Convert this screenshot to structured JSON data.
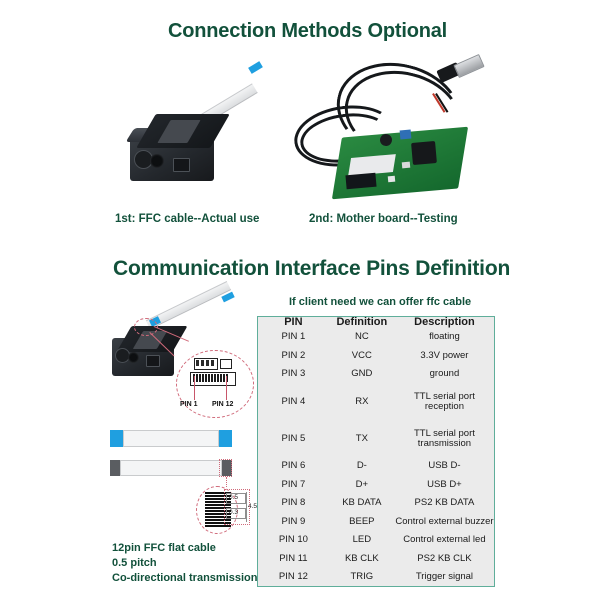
{
  "theme": {
    "heading_color": "#12513b",
    "table_border": "#5fae9a",
    "table_bg": "#ebebeb",
    "ffc_blue": "#1f9fe0",
    "callout_pink": "#d06a7a"
  },
  "section_connection": {
    "title": "Connection Methods Optional",
    "captions": [
      "1st: FFC cable--Actual use",
      "2nd: Mother board--Testing"
    ],
    "photos": [
      {
        "name": "scanner-module-with-ffc-cable"
      },
      {
        "name": "mother-board-with-usb-cable"
      }
    ]
  },
  "section_pins": {
    "title": "Communication Interface Pins Definition",
    "subtitle": "If client need we can offer ffc cable",
    "callout": {
      "pin_first_label": "PIN 1",
      "pin_last_label": "PIN 12"
    },
    "cable_specs": [
      "12pin FFC flat cable",
      "0.5 pitch",
      "Co-directional transmission"
    ],
    "pitch_dimensions": {
      "pitch": "0.5",
      "contact": "0.3",
      "width": "4.5"
    },
    "table": {
      "headers": [
        "PIN",
        "Definition",
        "Description"
      ],
      "rows": [
        [
          "PIN 1",
          "NC",
          "floating"
        ],
        [
          "PIN 2",
          "VCC",
          "3.3V power"
        ],
        [
          "PIN 3",
          "GND",
          "ground"
        ],
        [
          "PIN 4",
          "RX",
          "TTL serial port reception"
        ],
        [
          "PIN 5",
          "TX",
          "TTL serial port transmission"
        ],
        [
          "PIN 6",
          "D-",
          "USB D-"
        ],
        [
          "PIN 7",
          "D+",
          "USB D+"
        ],
        [
          "PIN 8",
          "KB DATA",
          "PS2 KB DATA"
        ],
        [
          "PIN 9",
          "BEEP",
          "Control external buzzer"
        ],
        [
          "PIN 10",
          "LED",
          "Control external led"
        ],
        [
          "PIN 11",
          "KB CLK",
          "PS2 KB CLK"
        ],
        [
          "PIN 12",
          "TRIG",
          "Trigger signal"
        ]
      ]
    }
  }
}
